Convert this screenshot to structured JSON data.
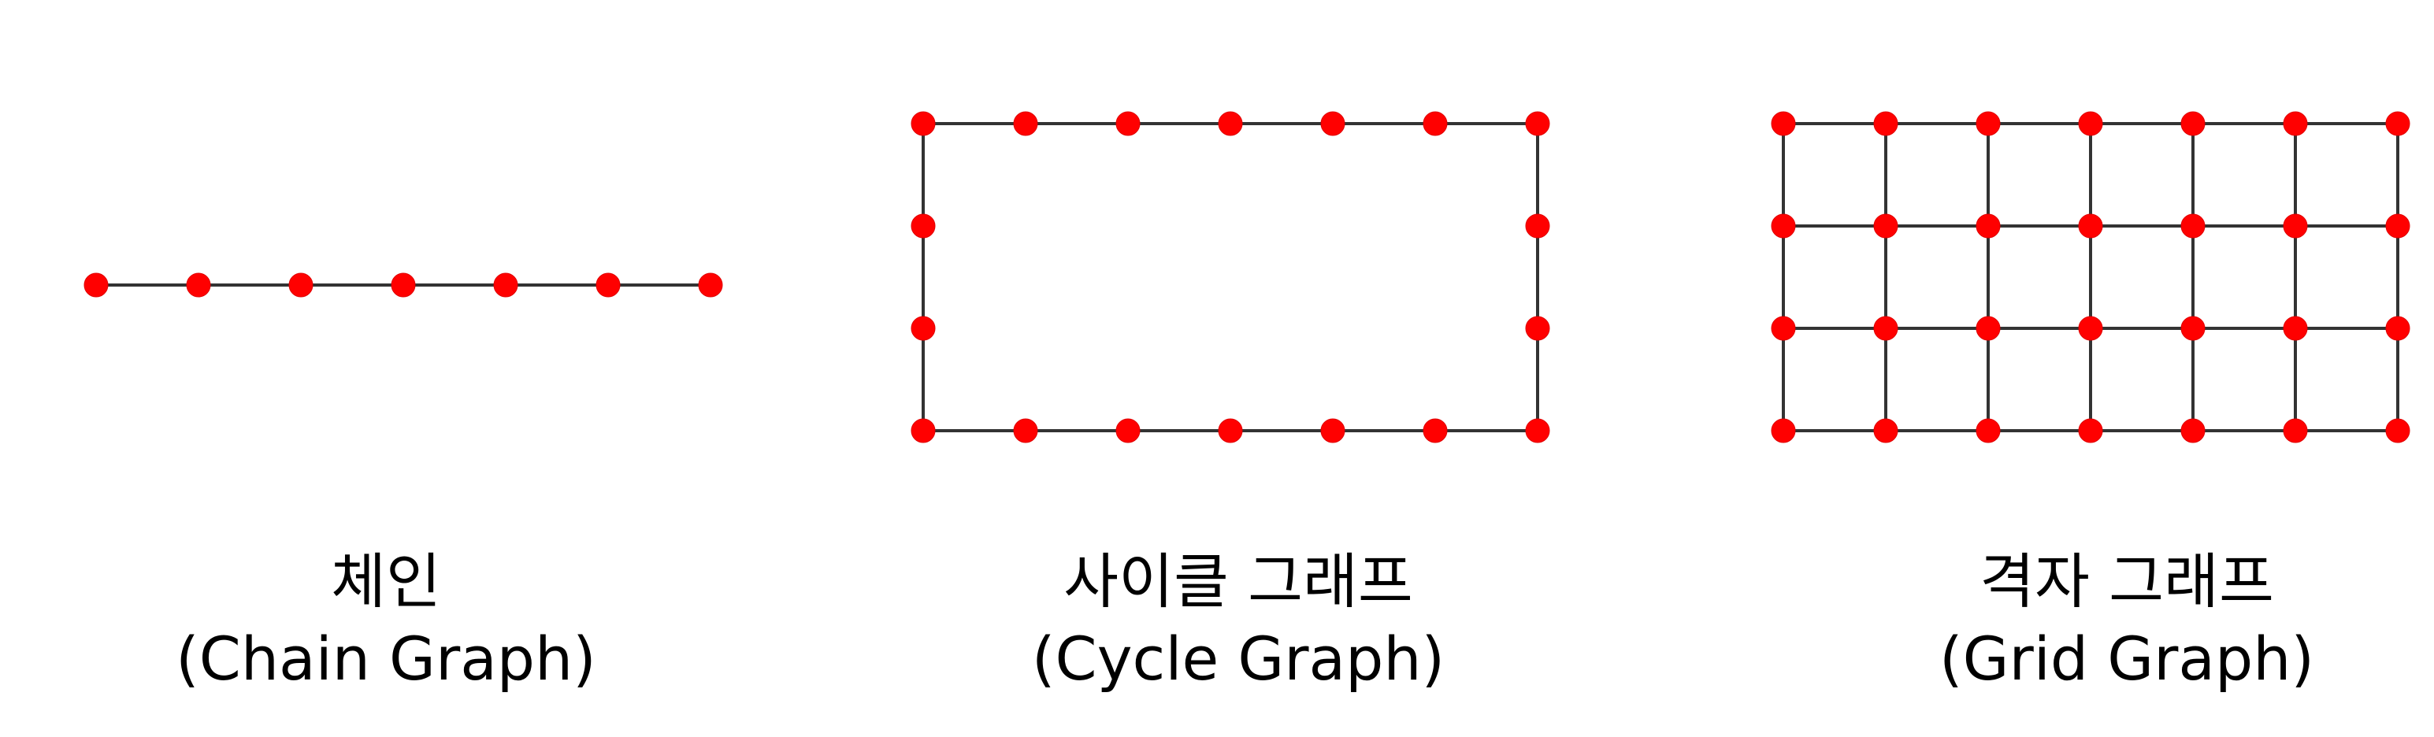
{
  "colors": {
    "node": "#ff0000",
    "edge": "#333333",
    "background": "#ffffff"
  },
  "graphs": {
    "chain": {
      "title_ko": "체인",
      "title_en": "(Chain Graph)",
      "node_count": 7
    },
    "cycle": {
      "title_ko": "사이클 그래프",
      "title_en": "(Cycle Graph)",
      "columns": 7,
      "rows": 4
    },
    "grid": {
      "title_ko": "격자 그래프",
      "title_en": "(Grid Graph)",
      "columns": 7,
      "rows": 4
    }
  }
}
